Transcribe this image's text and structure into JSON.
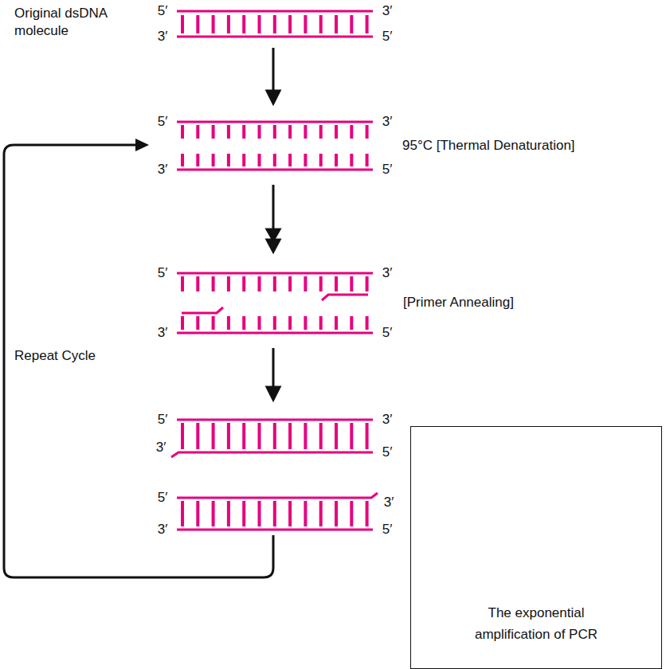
{
  "diagram": {
    "nodes": [
      {
        "text": [
          "The exponential amplification of PCR"
        ]
      }
    ],
    "labels": [
      "Original dsDNA molecule",
      "5′",
      "3′",
      "3′",
      "5′",
      "5′",
      "3′",
      "95°C [Thermal Denaturation]",
      "3′",
      "5′",
      "5′",
      "3′",
      "[Primer Annealing]",
      "Repeat Cycle",
      "3′",
      "5′",
      "5′",
      "3′",
      "3′",
      "5′",
      "5′",
      "3′",
      "3′",
      "5′"
    ]
  }
}
